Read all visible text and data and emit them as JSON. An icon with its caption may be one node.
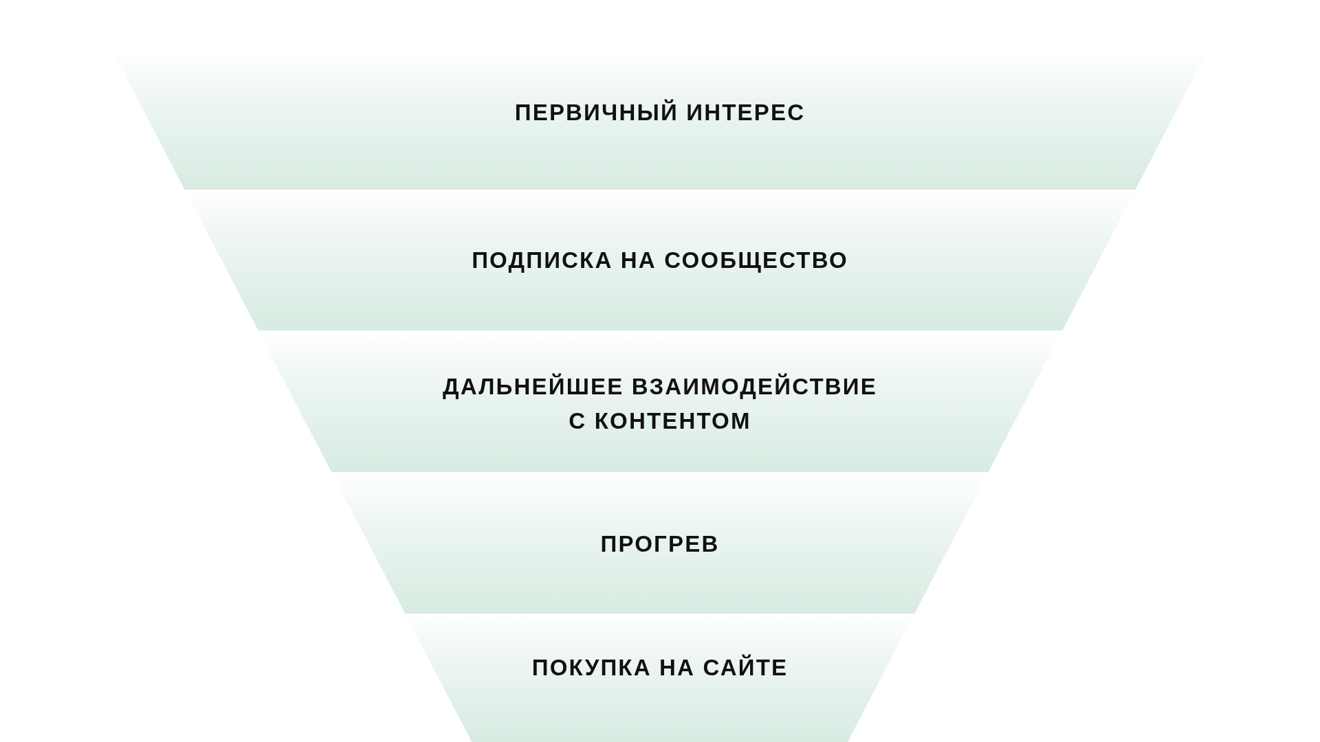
{
  "diagram": {
    "nodes": [
      {
        "text": [
          "ПЕРВИЧНЫЙ ИНТЕРЕС"
        ]
      },
      {
        "text": [
          "ПОДПИСКА НА СООБЩЕСТВО"
        ]
      },
      {
        "text": [
          "ДАЛЬНЕЙШЕЕ ВЗАИМОДЕЙСТВИЕ С КОНТЕНТОМ"
        ]
      },
      {
        "text": [
          "ПРОГРЕВ"
        ]
      },
      {
        "text": [
          "ПОКУПКА НА САЙТЕ"
        ]
      }
    ]
  }
}
